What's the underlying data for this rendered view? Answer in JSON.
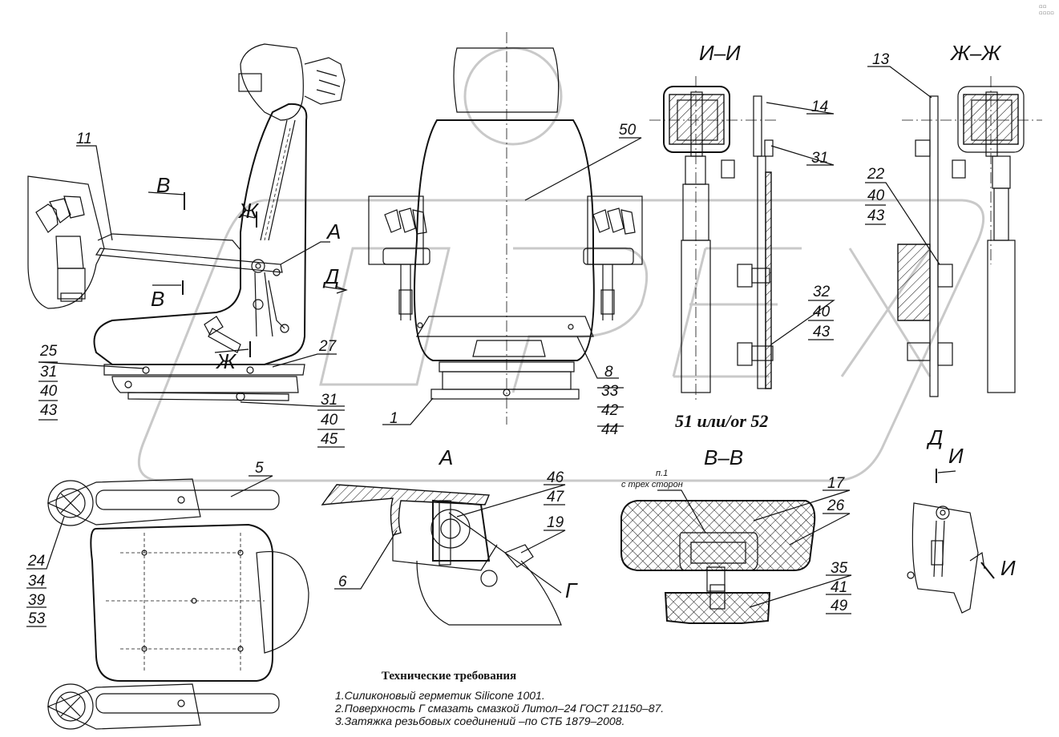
{
  "watermark": "OPEX",
  "section_labels": {
    "ii": "И–И",
    "zhzh": "Ж–Ж",
    "a": "А",
    "vv": "В–В",
    "d": "Д",
    "v": "В",
    "zh": "Ж",
    "i": "И",
    "g": "Г"
  },
  "callouts": {
    "c11": "11",
    "c25": "25",
    "c31a": "31",
    "c40a": "40",
    "c43a": "43",
    "c27": "27",
    "c31b": "31",
    "c40b": "40",
    "c45": "45",
    "c1": "1",
    "c8": "8",
    "c33": "33",
    "c42": "42",
    "c44": "44",
    "c50": "50",
    "c14": "14",
    "c31c": "31",
    "c32": "32",
    "c40c": "40",
    "c43c": "43",
    "c13": "13",
    "c22": "22",
    "c40d": "40",
    "c43d": "43",
    "c5": "5",
    "c24": "24",
    "c34": "34",
    "c39": "39",
    "c53": "53",
    "c6": "6",
    "c46": "46",
    "c47": "47",
    "c19": "19",
    "c17": "17",
    "c26": "26",
    "c35": "35",
    "c41": "41",
    "c49": "49"
  },
  "strut_label": "51 или/or 52",
  "weld_note": {
    "line1": "п.1",
    "line2": "с трех сторон"
  },
  "requirements": {
    "title": "Технические требования",
    "items": [
      "1.Силиконовый герметик Silicone 1001.",
      "2.Поверхность Г смазать смазкой Литол–24 ГОСТ 21150–87.",
      "3.Затяжка резьбовых соединений –по СТБ 1879–2008."
    ]
  },
  "logo_text": "▫▫ ▫▫▫▫"
}
